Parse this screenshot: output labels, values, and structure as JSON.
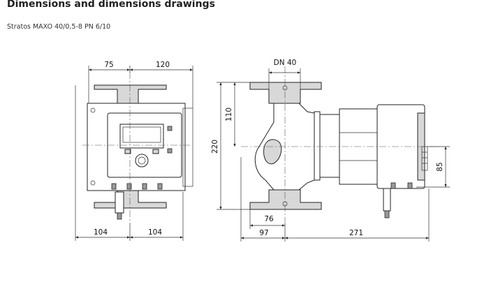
{
  "page": {
    "heading": "Dimensions and dimensions drawings",
    "product": "Stratos MAXO 40/0,5-8 PN 6/10"
  },
  "drawing": {
    "dimensions": {
      "front_top_left": "75",
      "front_top_right": "120",
      "front_bottom_left": "104",
      "front_bottom_right": "104",
      "side_nominal": "DN 40",
      "side_height_upper": "110",
      "side_height_total": "220",
      "side_inner_width": "76",
      "side_left_width": "97",
      "side_right_width": "271",
      "side_motor_height": "85"
    }
  }
}
